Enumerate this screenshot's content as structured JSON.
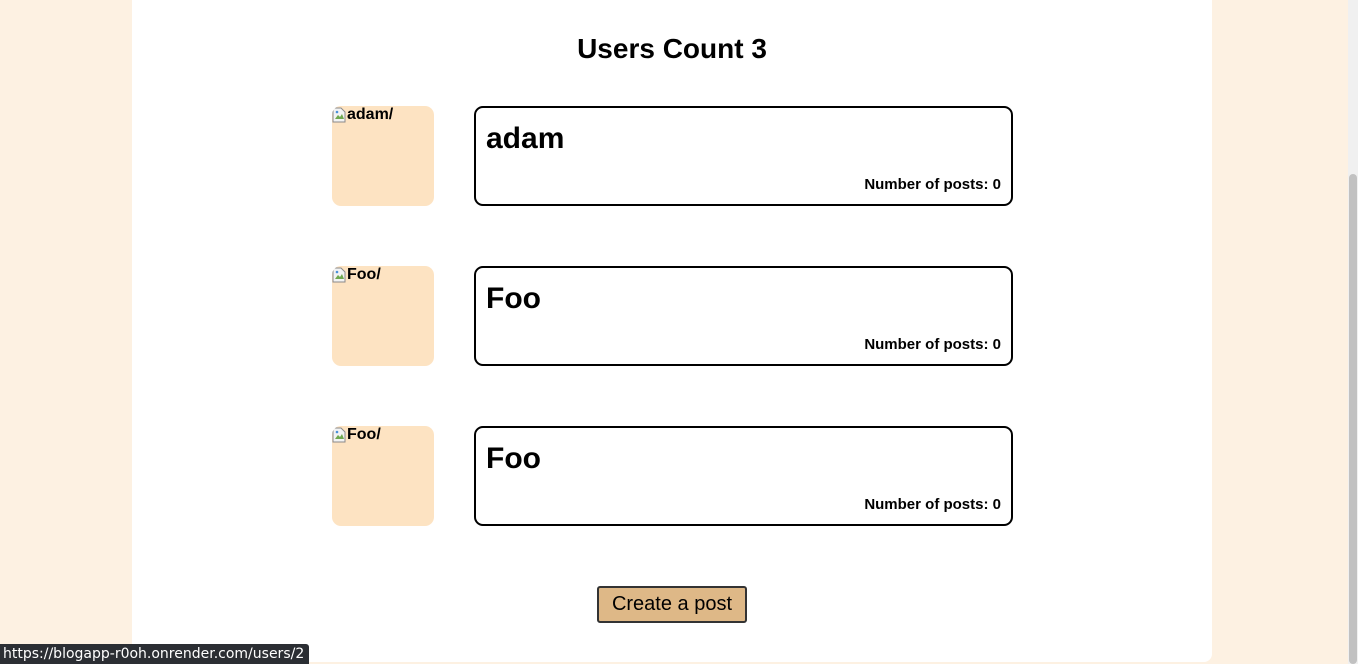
{
  "page": {
    "title": "Users Count 3"
  },
  "users": [
    {
      "avatar_alt": "adam/",
      "name": "adam",
      "posts_label": "Number of posts: 0"
    },
    {
      "avatar_alt": "Foo/",
      "name": "Foo",
      "posts_label": "Number of posts: 0"
    },
    {
      "avatar_alt": "Foo/",
      "name": "Foo",
      "posts_label": "Number of posts: 0"
    }
  ],
  "actions": {
    "create_post_label": "Create a post"
  },
  "status_bar": {
    "url": "https://blogapp-r0oh.onrender.com/users/2"
  },
  "icons": {
    "avatar_placeholder": "broken-image-icon"
  },
  "colors": {
    "page_background": "#fdf1e2",
    "content_background": "#ffffff",
    "avatar_background": "#fde3c2",
    "button_background": "#deb887"
  }
}
